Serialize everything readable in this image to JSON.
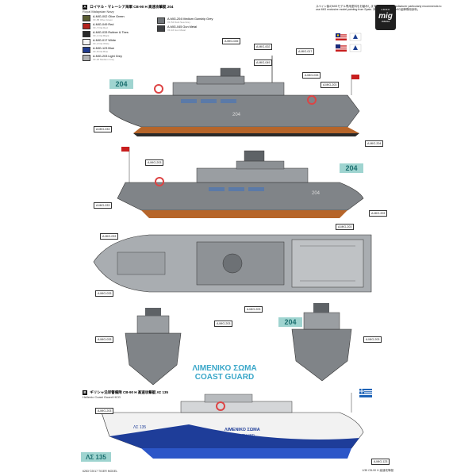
{
  "section_a": {
    "marker": "A",
    "title": "ロイヤル・マレーシア海軍 CB-90 H 高速攻撃艇",
    "subtitle": "Royal Malaysian Navy",
    "hull_no": "204"
  },
  "section_b": {
    "marker": "B",
    "title": "ギリシャ沿岸警備隊 CB-90 H 高速攻撃艇",
    "subtitle": "Hellenic Coast Guard",
    "hull_no": "ΛΣ 135",
    "code": "HCG",
    "side_text_1": "ΛΙΜΕΝΙΚΟ ΣΩΜΑ",
    "side_text_2": "COAST GUARD"
  },
  "paints": [
    {
      "code": "A.MIG-002",
      "name": "Olive Green",
      "sub": "XF-58 Olive Green",
      "color": "#5b5d34"
    },
    {
      "code": "A.MIG-049",
      "name": "Red",
      "sub": "XF-7 Flat Red",
      "color": "#b4231e"
    },
    {
      "code": "A.MIG-033",
      "name": "Rubber & Tires",
      "sub": "XF-1 Flat Black",
      "color": "#2a2a2a"
    },
    {
      "code": "A.MIG-017",
      "name": "White",
      "sub": "XF-2 Flat White",
      "color": "#f4f4f4"
    },
    {
      "code": "A.MIG-123",
      "name": "Blue",
      "sub": "XF-8 Flat Blue",
      "color": "#1f3b8f"
    },
    {
      "code": "A.MIG-203",
      "name": "Light Grey",
      "sub": "XF-20 Medium Grey",
      "color": "#b0b2b3"
    }
  ],
  "paints_right": [
    {
      "code": "A.MIG-204",
      "name": "Medium Gunship Grey",
      "sub": "XF-54 Dark Sea Grey",
      "color": "#707478"
    },
    {
      "code": "A.MIG-045",
      "name": "Gun Metal",
      "sub": "XF-16 Gun Metal",
      "color": "#3d3f42"
    }
  ],
  "brand": {
    "top": "AMMO",
    "logo": "mig",
    "sub": "JIMENEZ"
  },
  "brand_note": "スペイン製のMIGモデル専用塗料をお勧めします\nThe model manufacturer particularly recommends to use MIG exclusive model painting from Spain.\n本製品推奨西班牙MIG品牌專用涂料。",
  "callouts": {
    "c1": "A.MIG-045",
    "c2": "A.MIG-002",
    "c3": "A.MIG-017",
    "c4": "A.MIG-049",
    "c5": "A.MIG-033",
    "c6": "A.MIG-203",
    "c7": "A.MIG-033",
    "c8": "A.MIG-204",
    "c9": "A.MIG-203",
    "c10": "A.MIG-033",
    "c11": "A.MIG-203",
    "c12": "A.MIG-033",
    "c13": "A.MIG-203",
    "c14": "A.MIG-033",
    "c15": "A.MIG-203",
    "c16": "A.MIG-033",
    "c17": "A.MIG-203",
    "c18": "A.MIG-203",
    "c19": "A.MIG-203",
    "c20": "A.MIG-123"
  },
  "footer_left": "6283  ©2017  TIGER MODEL",
  "footer_right": "1/35 CB-90 H 高速攻撃艇"
}
